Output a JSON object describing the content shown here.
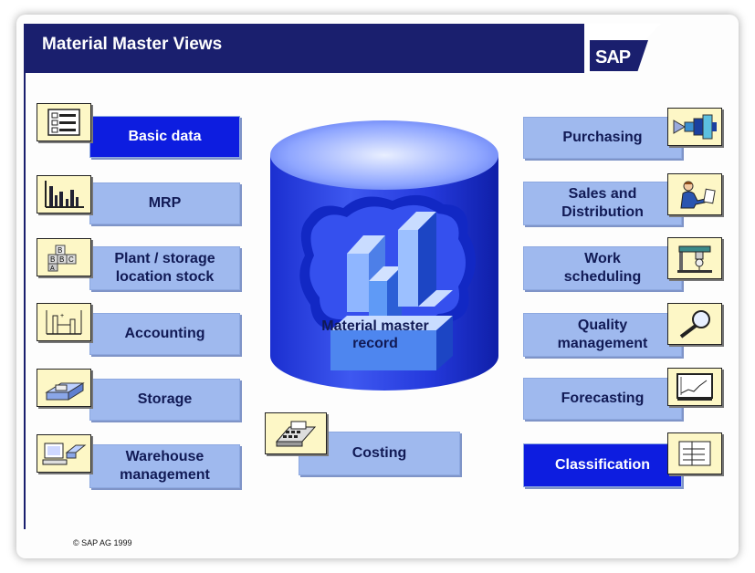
{
  "title": "Material Master Views",
  "logo": "SAP",
  "center_label": "Material master record",
  "copyright": "© SAP AG 1999",
  "colors": {
    "header": "#1a1f6e",
    "box": "#9fb9ee",
    "selected_box": "#0d1de0",
    "icon_bg": "#fdf7c6",
    "cylinder": "#2f47e6"
  },
  "left_views": [
    {
      "label": "Basic data",
      "icon": "list-icon",
      "selected": true
    },
    {
      "label": "MRP",
      "icon": "bar-chart-icon",
      "selected": false
    },
    {
      "label": "Plant / storage location stock",
      "icon": "abc-blocks-icon",
      "selected": false
    },
    {
      "label": "Accounting",
      "icon": "balance-icon",
      "selected": false
    },
    {
      "label": "Storage",
      "icon": "storage-icon",
      "selected": false
    },
    {
      "label": "Warehouse management",
      "icon": "computer-icon",
      "selected": false
    }
  ],
  "right_views": [
    {
      "label": "Purchasing",
      "icon": "machine-icon",
      "selected": false
    },
    {
      "label": "Sales and Distribution",
      "icon": "salesperson-icon",
      "selected": false
    },
    {
      "label": "Work scheduling",
      "icon": "drill-press-icon",
      "selected": false
    },
    {
      "label": "Quality management",
      "icon": "magnifier-icon",
      "selected": false
    },
    {
      "label": "Forecasting",
      "icon": "forecast-chart-icon",
      "selected": false
    },
    {
      "label": "Classification",
      "icon": "classification-icon",
      "selected": true
    }
  ],
  "bottom_view": {
    "label": "Costing",
    "icon": "calculator-icon"
  }
}
